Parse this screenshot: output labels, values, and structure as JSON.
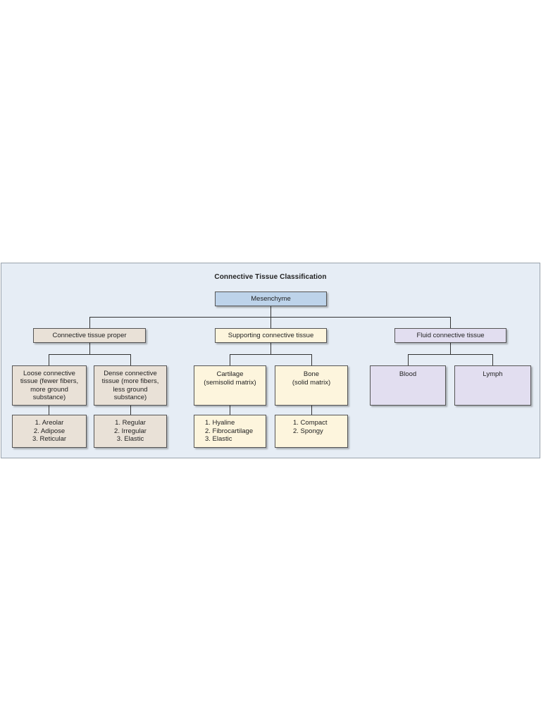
{
  "title": "Connective Tissue Classification",
  "root": {
    "label": "Mesenchyme"
  },
  "categories": {
    "proper": {
      "label": "Connective tissue proper"
    },
    "supporting": {
      "label": "Supporting connective tissue"
    },
    "fluid": {
      "label": "Fluid connective tissue"
    }
  },
  "subtypes": {
    "loose": {
      "label": "Loose connective\ntissue (fewer fibers,\nmore ground\nsubstance)"
    },
    "dense": {
      "label": "Dense connective\ntissue (more fibers,\nless ground\nsubstance)"
    },
    "cartilage": {
      "label": "Cartilage\n(semisolid matrix)"
    },
    "bone": {
      "label": "Bone\n(solid matrix)"
    },
    "blood": {
      "label": "Blood"
    },
    "lymph": {
      "label": "Lymph"
    }
  },
  "lists": {
    "loose": [
      "1. Areolar",
      "2. Adipose",
      "3. Reticular"
    ],
    "dense": [
      "1. Regular",
      "2. Irregular",
      "3. Elastic"
    ],
    "cartilage": [
      "1. Hyaline",
      "2. Fibrocartilage",
      "3. Elastic"
    ],
    "bone": [
      "1. Compact",
      "2. Spongy"
    ]
  },
  "colors": {
    "panel_background": "#e6edf5",
    "root_fill": "#bdd3ea",
    "proper_fill": "#e9e1d7",
    "supporting_fill": "#fdf5dd",
    "fluid_fill": "#e2def0"
  }
}
